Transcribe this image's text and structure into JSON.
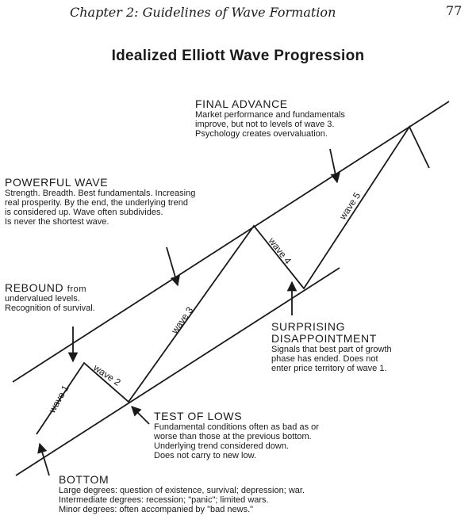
{
  "header": {
    "chapter": "Chapter 2: Guidelines of Wave Formation",
    "page_number": "77"
  },
  "title": "Idealized Elliott Wave Progression",
  "waves": [
    "wave 1",
    "wave 2",
    "wave 3",
    "wave 4",
    "wave 5"
  ],
  "annotations": {
    "final_advance": {
      "heading": "FINAL ADVANCE",
      "lines": [
        "Market performance and fundamentals",
        "improve, but not to levels of wave 3.",
        "Psychology creates overvaluation."
      ]
    },
    "powerful_wave": {
      "heading": "POWERFUL WAVE",
      "lines": [
        "Strength. Breadth. Best fundamentals. Increasing",
        "real prosperity. By the end, the underlying trend",
        "is considered up. Wave often subdivides.",
        "Is never the shortest wave."
      ]
    },
    "rebound": {
      "heading": "REBOUND",
      "heading_suffix": "from",
      "lines": [
        "undervalued levels.",
        "Recognition of survival."
      ]
    },
    "surprising_disappointment": {
      "heading_lines": [
        "SURPRISING",
        "DISAPPOINTMENT"
      ],
      "lines": [
        "Signals that best part of growth",
        "phase has ended. Does not",
        "enter price territory of wave 1."
      ]
    },
    "test_of_lows": {
      "heading": "TEST OF LOWS",
      "lines": [
        "Fundamental conditions often as bad as or",
        "worse than those at the previous bottom.",
        "Underlying trend considered down.",
        "Does not carry to new low."
      ]
    },
    "bottom": {
      "heading": "BOTTOM",
      "lines": [
        "Large degrees: question of existence, survival; depression; war.",
        "Intermediate degrees: recession; \"panic\"; limited wars.",
        "Minor degrees: often accompanied by \"bad news.\""
      ]
    }
  }
}
